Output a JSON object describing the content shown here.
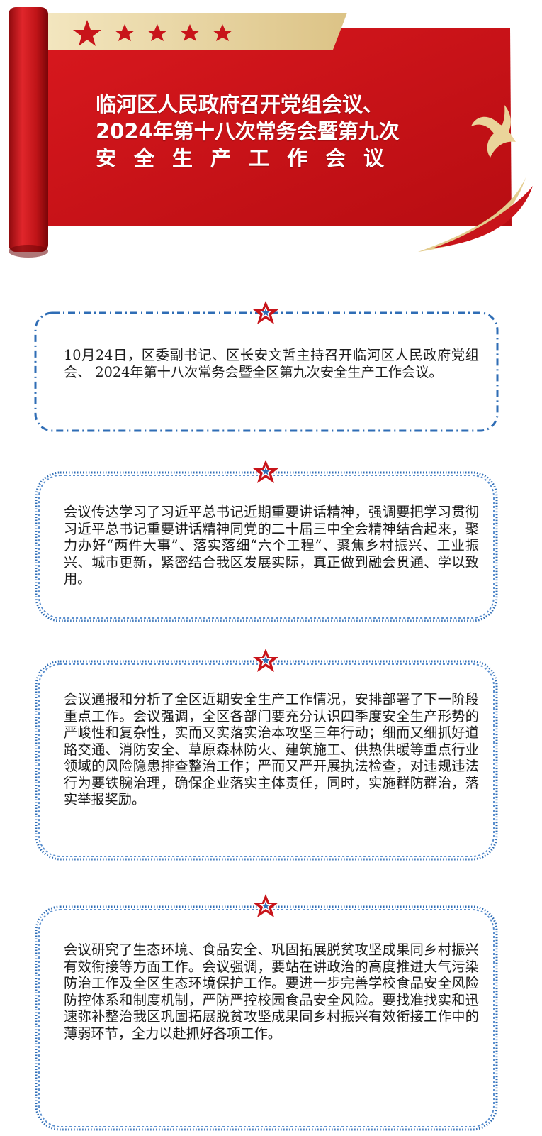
{
  "banner": {
    "title_lines": [
      "临河区人民政府召开党组会议、",
      "2024年第十八次常务会暨第九次",
      "安全生产工作会议"
    ],
    "colors": {
      "red": "#c8141a",
      "gold": "#e8d29a"
    },
    "icons": [
      "star-icon",
      "dove-icon"
    ]
  },
  "cards": [
    {
      "text": "10月24日，区委副书记、区长安文哲主持召开临河区人民政府党组会、 2024年第十八次常务会暨全区第九次安全生产工作会议。"
    },
    {
      "text": "会议传达学习了习近平总书记近期重要讲话精神，强调要把学习贯彻习近平总书记重要讲话精神同党的二十届三中全会精神结合起来，聚力办好“两件大事”、落实落细“六个工程”、聚焦乡村振兴、工业振兴、城市更新，紧密结合我区发展实际，真正做到融会贯通、学以致用。"
    },
    {
      "text": "会议通报和分析了全区近期安全生产工作情况，安排部署了下一阶段重点工作。会议强调，全区各部门要充分认识四季度安全生产形势的严峻性和复杂性，实而又实落实治本攻坚三年行动；细而又细抓好道路交通、消防安全、草原森林防火、建筑施工、供热供暖等重点行业领域的风险隐患排查整治工作；严而又严开展执法检查，对违规违法行为要铁腕治理，确保企业落实主体责任，同时，实施群防群治，落实举报奖励。"
    },
    {
      "text": "会议研究了生态环境、食品安全、巩固拓展脱贫攻坚成果同乡村振兴有效衔接等方面工作。会议强调，要站在讲政治的高度推进大气污染防治工作及全区生态环境保护工作。要进一步完善学校食品安全风险防控体系和制度机制，严防严控校园食品安全风险。要找准找实和迅速弥补整治我区巩固拓展脱贫攻坚成果同乡村振兴有效衔接工作中的薄弱环节，全力以赴抓好各项工作。"
    }
  ],
  "card_colors": {
    "frame": "#2f6db5",
    "badge": "#c8141a"
  }
}
